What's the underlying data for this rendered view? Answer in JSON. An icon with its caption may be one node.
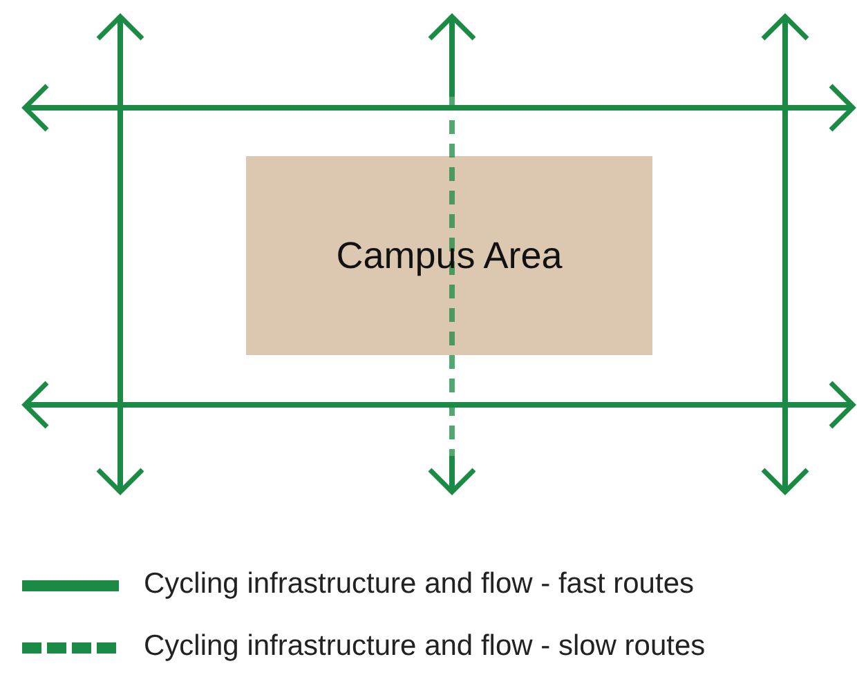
{
  "diagram": {
    "nodes": [
      {
        "text": [
          "Campus Area"
        ]
      }
    ],
    "legend": [
      {
        "text": "Cycling infrastructure and flow - fast routes"
      },
      {
        "text": "Cycling infrastructure and flow - slow routes"
      }
    ]
  }
}
